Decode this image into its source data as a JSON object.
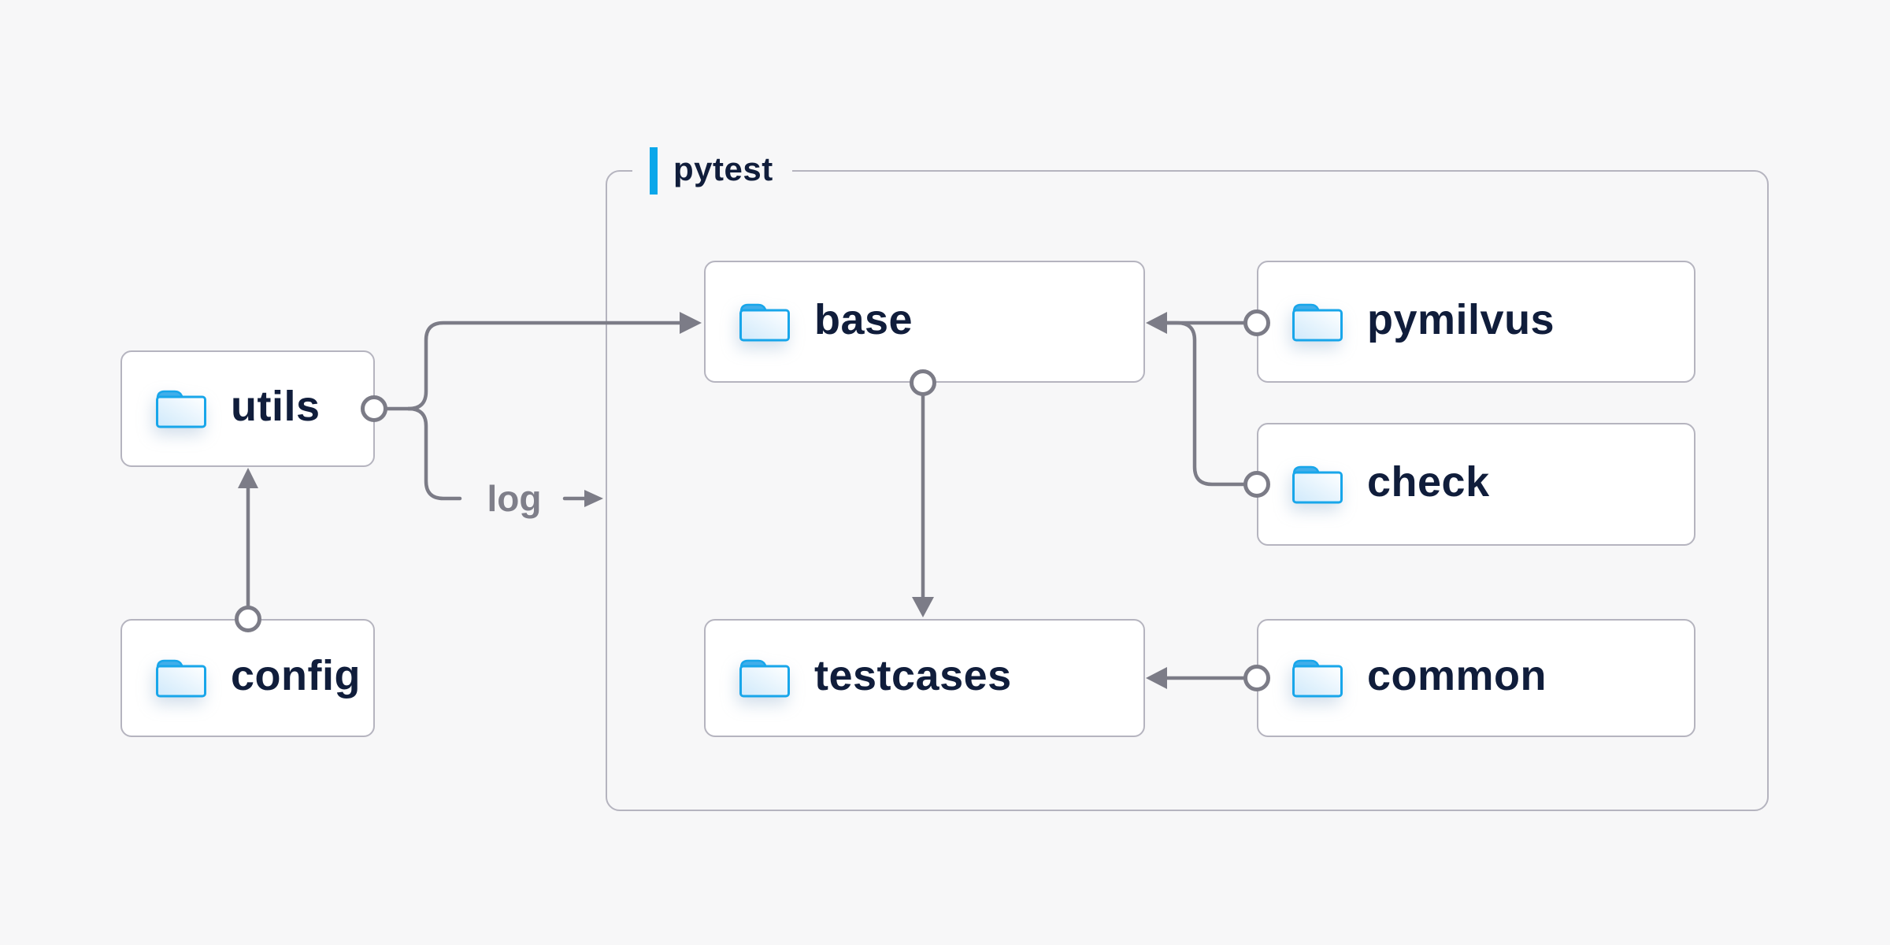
{
  "diagram": {
    "container_label": "pytest",
    "nodes": {
      "utils": "utils",
      "config": "config",
      "base": "base",
      "pymilvus": "pymilvus",
      "check": "check",
      "testcases": "testcases",
      "common": "common"
    },
    "annotations": {
      "log": "log"
    },
    "edges": [
      {
        "from": "config",
        "to": "utils"
      },
      {
        "from": "utils",
        "to": "base"
      },
      {
        "from": "utils",
        "to": "log"
      },
      {
        "from": "pymilvus",
        "to": "base"
      },
      {
        "from": "check",
        "to": "base"
      },
      {
        "from": "base",
        "to": "testcases"
      },
      {
        "from": "common",
        "to": "testcases"
      }
    ]
  },
  "colors": {
    "background": "#f7f7f8",
    "node_fill": "#ffffff",
    "border": "#b5b4bf",
    "connector": "#7c7c87",
    "text": "#101d3b",
    "muted_text": "#7f7f8a",
    "accent": "#0aa7ea",
    "folder_stroke": "#18a6ea",
    "folder_tab": "#41aeea",
    "folder_fill_light": "#ffffff",
    "folder_fill_dark": "#cfe9fb"
  }
}
